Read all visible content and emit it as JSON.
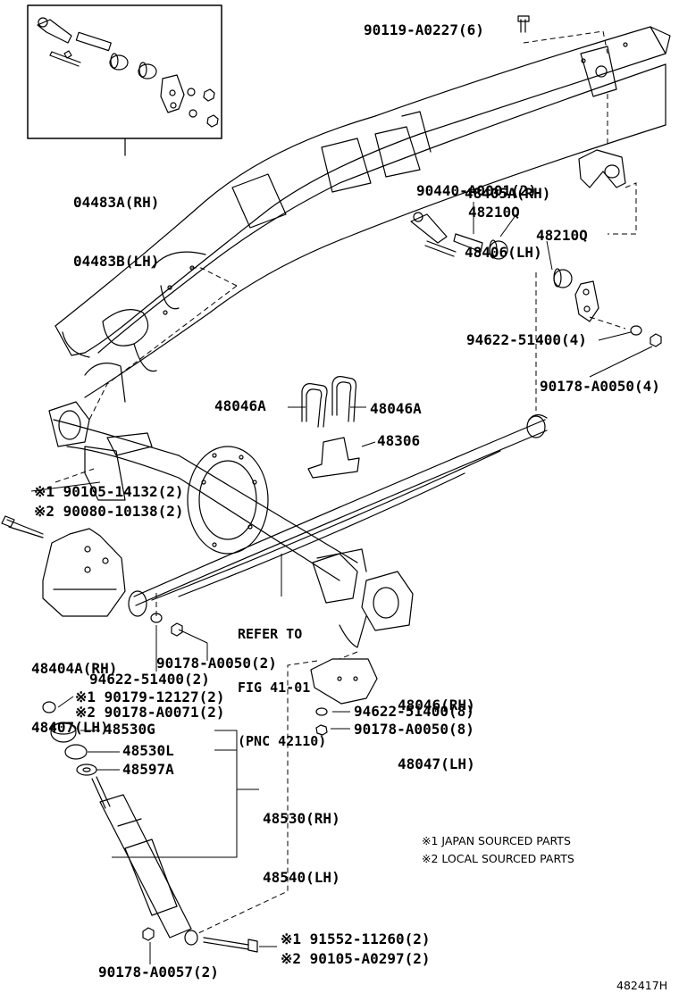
{
  "labels": {
    "p90119": "90119-A0227(6)",
    "p04483": [
      "04483A(RH)",
      "04483B(LH)"
    ],
    "p48405": [
      "48405A(RH)",
      "48406(LH)"
    ],
    "p90440": "90440-A0001(2)",
    "p48210_a": "48210Q",
    "p48210_b": "48210Q",
    "p94622_top": "94622-51400(4)",
    "p90178_top": "90178-A0050(4)",
    "p48046a_left": "48046A",
    "p48046a_right": "48046A",
    "p48306": "48306",
    "note1": "※1 90105-14132(2)",
    "note2": "※2 90080-10138(2)",
    "refer": [
      "REFER TO",
      "FIG 41-01",
      "(PNC 42110)"
    ],
    "p48404": [
      "48404A(RH)",
      "48407(LH)"
    ],
    "p90178_mid": "90178-A0050(2)",
    "p94622_mid": "94622-51400(2)",
    "p48046_rh": [
      "48046(RH)",
      "48047(LH)"
    ],
    "p90179": "※1 90179-12127(2)",
    "p90178_a0071": "※2 90178-A0071(2)",
    "p48530g": "48530G",
    "p48530l": "48530L",
    "p48597a": "48597A",
    "p94622_8": "94622-51400(8)",
    "p90178_8": "90178-A0050(8)",
    "p48530": [
      "48530(RH)",
      "48540(LH)"
    ],
    "legend1": "※1 JAPAN SOURCED PARTS",
    "legend2": "※2 LOCAL SOURCED PARTS",
    "p91552": "※1 91552-11260(2)",
    "p90105": "※2 90105-A0297(2)",
    "p90178_a0057": "90178-A0057(2)",
    "fig_id": "482417H"
  }
}
